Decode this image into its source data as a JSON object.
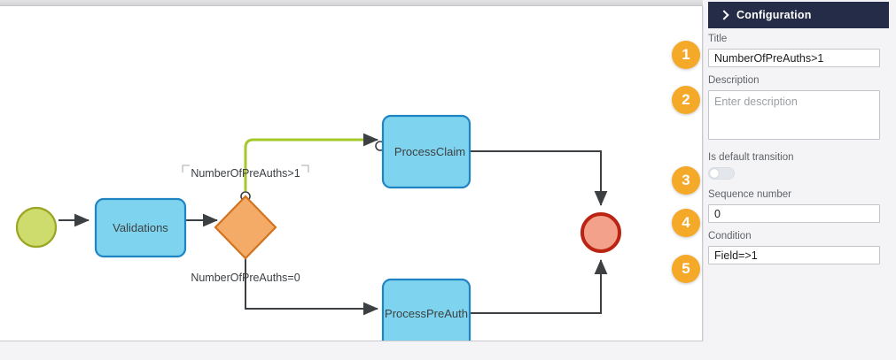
{
  "panel": {
    "header_title": "Configuration",
    "header_icon": "chevron-right-icon",
    "fields": {
      "title_label": "Title",
      "title_value": "NumberOfPreAuths>1",
      "description_label": "Description",
      "description_value": "",
      "description_placeholder": "Enter description",
      "default_transition_label": "Is default transition",
      "default_transition_state": "off",
      "sequence_label": "Sequence number",
      "sequence_value": "0",
      "condition_label": "Condition",
      "condition_value": "Field=>1"
    },
    "badges": [
      "1",
      "2",
      "3",
      "4",
      "5"
    ]
  },
  "diagram": {
    "nodes": {
      "start": "",
      "validations": "Validations",
      "gateway": "",
      "process_claim": "ProcessClaim",
      "process_preauth": "ProcessPreAuth",
      "end": ""
    },
    "edge_labels": {
      "upper": "NumberOfPreAuths>1",
      "lower": "NumberOfPreAuths=0"
    }
  },
  "colors": {
    "header_bg": "#242c47",
    "badge": "#f4a928",
    "task_fill": "#7ed3ee",
    "task_stroke": "#1f84c4",
    "gateway_fill": "#f5ab68",
    "gateway_stroke": "#d2731f",
    "start_fill": "#cddc6d",
    "start_stroke": "#9aa524",
    "end_fill": "#f4a18b",
    "end_stroke": "#bb2413",
    "edge": "#3c4043",
    "selected_edge": "#a5c92a"
  }
}
